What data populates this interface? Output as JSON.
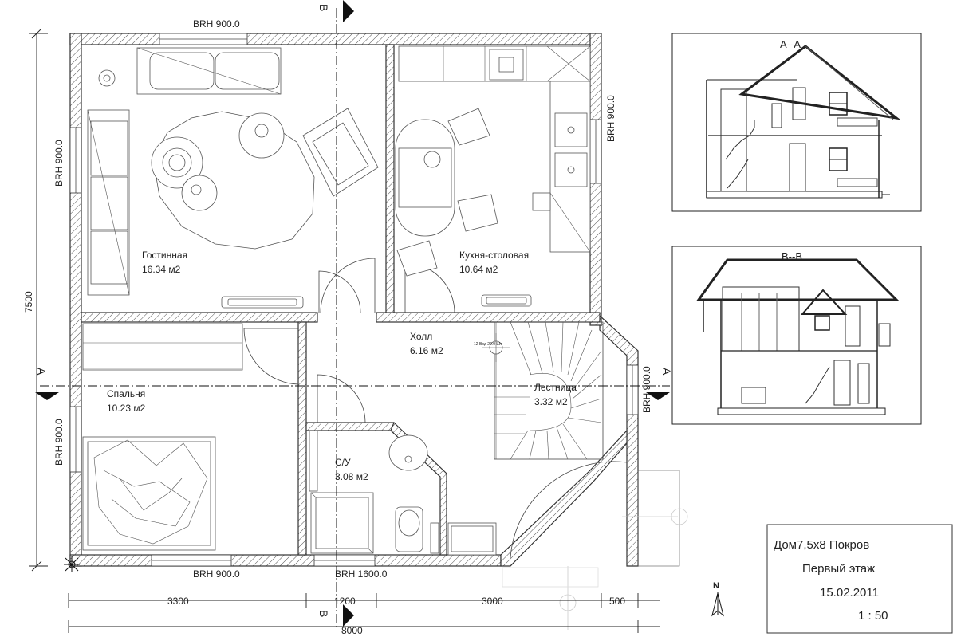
{
  "rooms": [
    {
      "name": "Гостинная",
      "area": "16.34 м2"
    },
    {
      "name": "Кухня-столовая",
      "area": "10.64 м2"
    },
    {
      "name": "Холл",
      "area": "6.16 м2"
    },
    {
      "name": "Спальня",
      "area": "10.23 м2"
    },
    {
      "name": "С/У",
      "area": "3.08 м2"
    },
    {
      "name": "Лестница",
      "area": "3.32 м2"
    }
  ],
  "windows": {
    "top": "BRH 900.0",
    "left_top": "BRH 900.0",
    "left_bottom": "BRH 900.0",
    "right_top": "BRH 900.0",
    "right_bottom": "BRH 900.0",
    "bottom_left": "BRH 900.0",
    "bottom_door": "BRH 1600.0"
  },
  "dimensions": {
    "height": "7500",
    "seg1": "3300",
    "seg2": "1200",
    "seg3": "3000",
    "seg4": "500",
    "total": "8000"
  },
  "section_marks": {
    "a": "А",
    "b": "В",
    "section_a": "А--А",
    "section_b": "В--В"
  },
  "stair_note": "12 Вод\n20.0 Шт",
  "north": "N",
  "title_block": {
    "project": "Дом7,5х8 Покров",
    "floor": "Первый этаж",
    "date": "15.02.2011",
    "scale": "1 : 50"
  }
}
